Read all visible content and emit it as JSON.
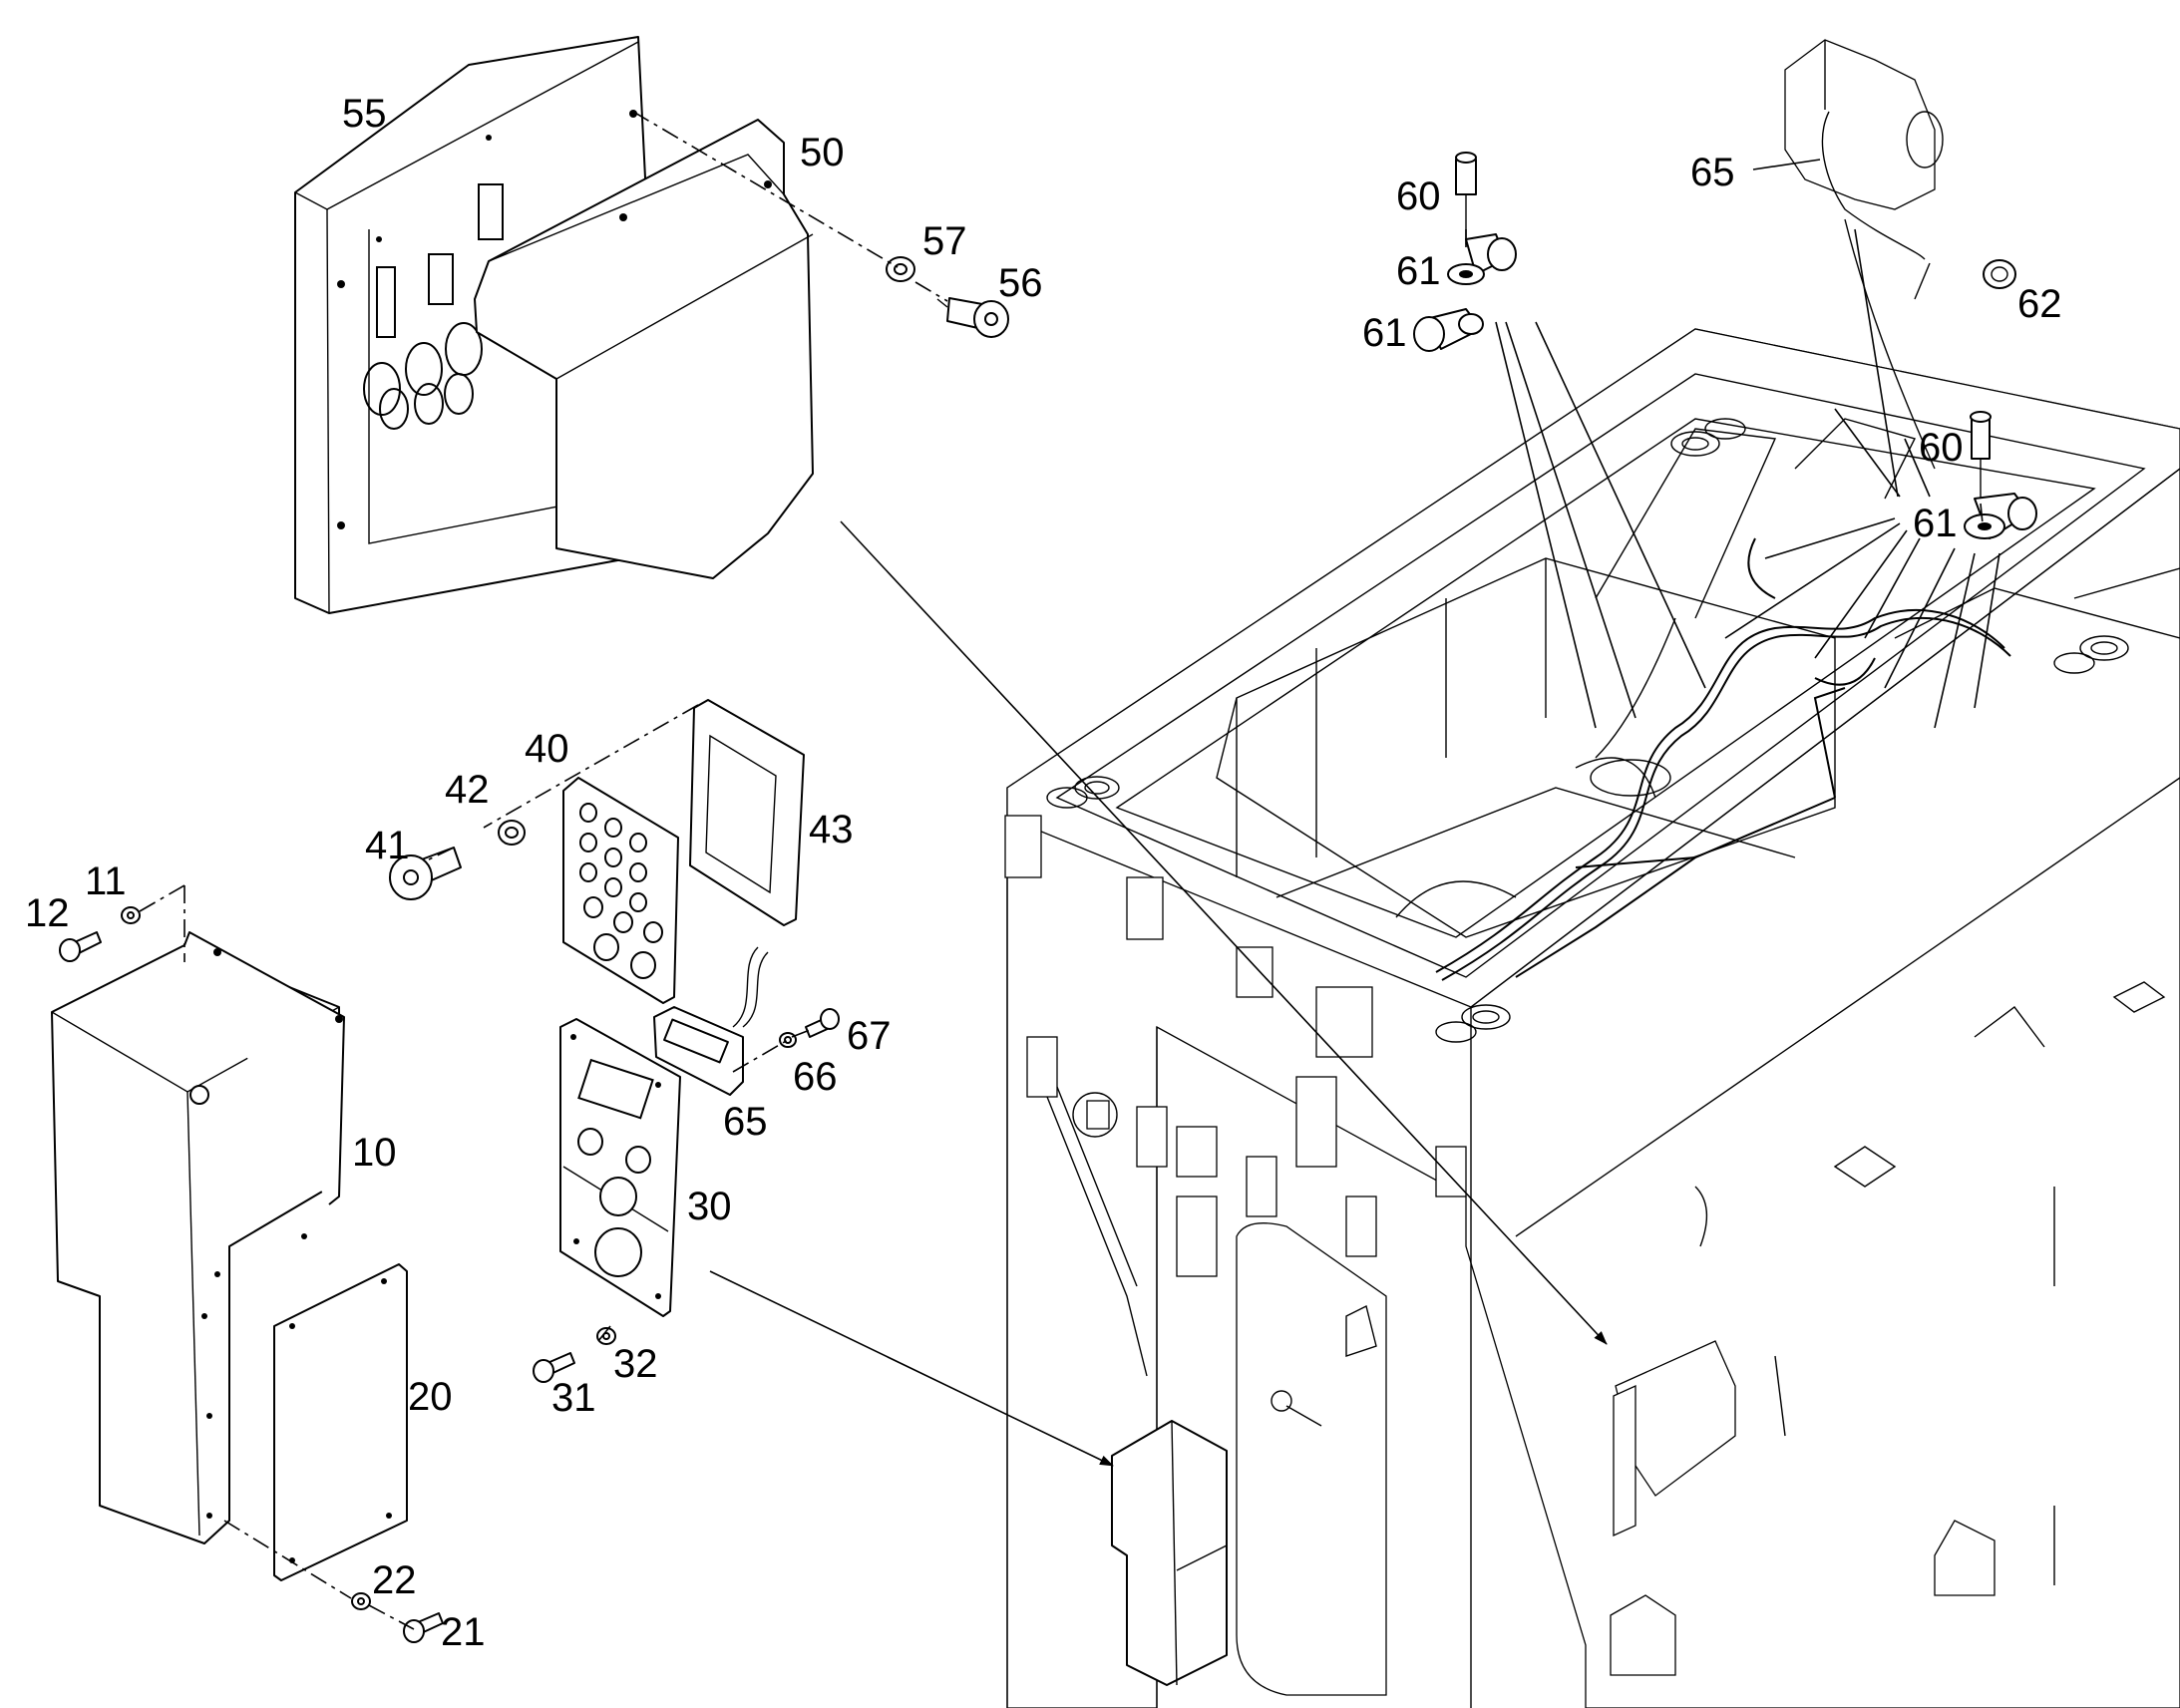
{
  "callouts": {
    "c10": "10",
    "c11": "11",
    "c12": "12",
    "c20": "20",
    "c21": "21",
    "c22": "22",
    "c30": "30",
    "c31": "31",
    "c32": "32",
    "c40": "40",
    "c41": "41",
    "c42": "42",
    "c43": "43",
    "c50": "50",
    "c55": "55",
    "c56": "56",
    "c57": "57",
    "c60a": "60",
    "c60b": "60",
    "c61a": "61",
    "c61b": "61",
    "c61c": "61",
    "c62": "62",
    "c65a": "65",
    "c65b": "65",
    "c66": "66",
    "c67": "67"
  }
}
